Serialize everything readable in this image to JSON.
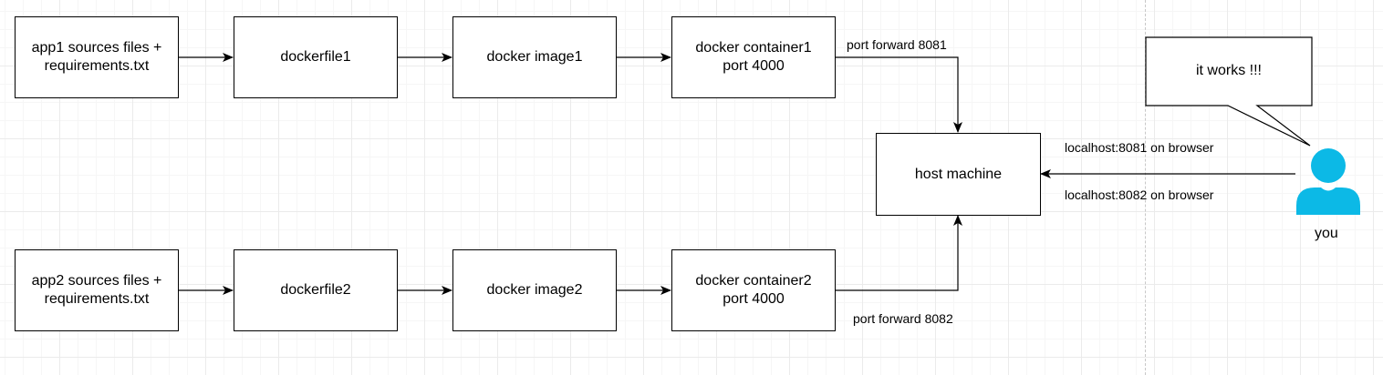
{
  "diagram": {
    "nodes": {
      "app1": "app1 sources files +\nrequirements.txt",
      "dockerfile1": "dockerfile1",
      "image1": "docker image1",
      "container1": "docker container1\nport 4000",
      "app2": "app2 sources files +\nrequirements.txt",
      "dockerfile2": "dockerfile2",
      "image2": "docker image2",
      "container2": "docker container2\nport 4000",
      "host": "host machine"
    },
    "edge_labels": {
      "port_forward_1": "port forward 8081",
      "port_forward_2": "port forward 8082",
      "browser_1": "localhost:8081 on browser",
      "browser_2": "localhost:8082 on browser"
    },
    "callout": "it works !!!",
    "user_label": "you",
    "colors": {
      "user_icon": "#0cb9e6",
      "stroke": "#000000"
    }
  }
}
